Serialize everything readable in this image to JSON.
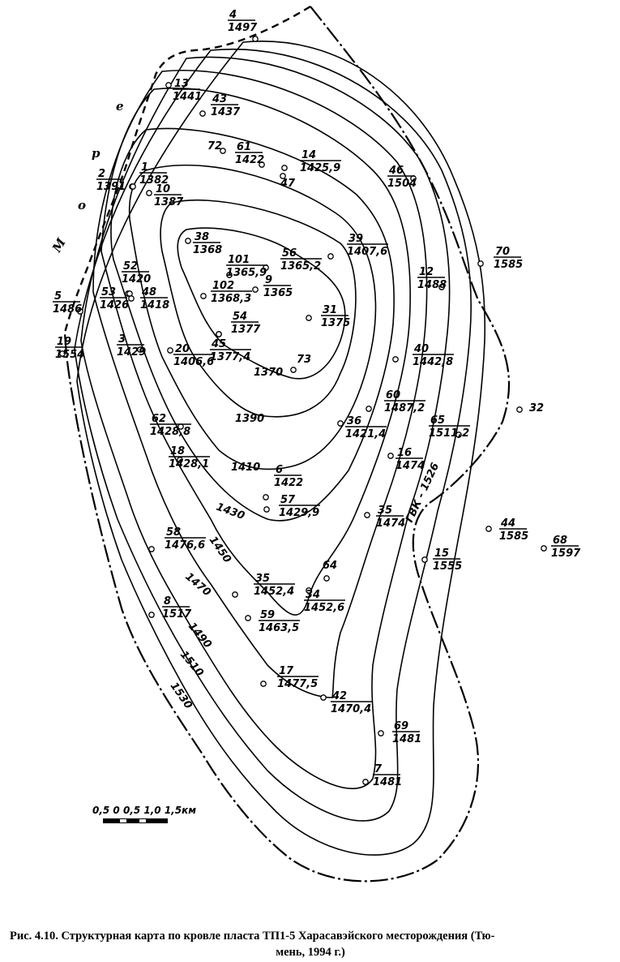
{
  "sea_label": [
    "М",
    "о",
    "р",
    "е"
  ],
  "gwc_label": "ГВК - 1526",
  "scale_label": "0,5  0  0,5 1,0 1,5км",
  "caption": {
    "line1": "Рис. 4.10. Структурная карта по кровле пласта ТП1-5 Харасавэйского месторождения (Тю-",
    "line2": "мень, 1994 г.)"
  },
  "contour_labels": [
    "1370",
    "1390",
    "1410",
    "1430",
    "1450",
    "1470",
    "1490",
    "1510",
    "1530"
  ],
  "wells": [
    {
      "num": "4",
      "depth": "1497"
    },
    {
      "num": "13",
      "depth": "1441"
    },
    {
      "num": "43",
      "depth": "1437"
    },
    {
      "num": "72",
      "depth": ""
    },
    {
      "num": "61",
      "depth": "1422"
    },
    {
      "num": "14",
      "depth": "1425,9"
    },
    {
      "num": "47",
      "depth": ""
    },
    {
      "num": "46",
      "depth": "1504"
    },
    {
      "num": "1",
      "depth": "1382"
    },
    {
      "num": "2",
      "depth": "1391"
    },
    {
      "num": "10",
      "depth": "1387"
    },
    {
      "num": "38",
      "depth": "1368"
    },
    {
      "num": "56",
      "depth": "1365,2"
    },
    {
      "num": "39",
      "depth": "1407,6"
    },
    {
      "num": "70",
      "depth": "1585"
    },
    {
      "num": "101",
      "depth": "1365,9"
    },
    {
      "num": "9",
      "depth": "1365"
    },
    {
      "num": "102",
      "depth": "1368,3"
    },
    {
      "num": "52",
      "depth": "1420"
    },
    {
      "num": "12",
      "depth": "1488"
    },
    {
      "num": "53",
      "depth": "1426"
    },
    {
      "num": "48",
      "depth": "1418"
    },
    {
      "num": "5",
      "depth": "1486"
    },
    {
      "num": "31",
      "depth": "1375"
    },
    {
      "num": "54",
      "depth": "1377"
    },
    {
      "num": "45",
      "depth": "1377,4"
    },
    {
      "num": "3",
      "depth": "1429"
    },
    {
      "num": "20",
      "depth": "1406,6"
    },
    {
      "num": "19",
      "depth": "1554"
    },
    {
      "num": "73",
      "depth": ""
    },
    {
      "num": "40",
      "depth": "1442,8"
    },
    {
      "num": "60",
      "depth": "1487,2"
    },
    {
      "num": "32",
      "depth": ""
    },
    {
      "num": "62",
      "depth": "1428,8"
    },
    {
      "num": "36",
      "depth": "1421,4"
    },
    {
      "num": "65",
      "depth": "1511,2"
    },
    {
      "num": "18",
      "depth": "1428,1"
    },
    {
      "num": "16",
      "depth": "1474"
    },
    {
      "num": "6",
      "depth": "1422"
    },
    {
      "num": "57",
      "depth": "1429,9"
    },
    {
      "num": "35",
      "depth": "1474"
    },
    {
      "num": "44",
      "depth": "1585"
    },
    {
      "num": "58",
      "depth": "1476,6"
    },
    {
      "num": "15",
      "depth": "1555"
    },
    {
      "num": "68",
      "depth": "1597"
    },
    {
      "num": "64",
      "depth": ""
    },
    {
      "num": "35",
      "depth": "1452,4"
    },
    {
      "num": "34",
      "depth": "1452,6"
    },
    {
      "num": "8",
      "depth": "1517"
    },
    {
      "num": "59",
      "depth": "1463,5"
    },
    {
      "num": "17",
      "depth": "1477,5"
    },
    {
      "num": "42",
      "depth": "1470,4"
    },
    {
      "num": "69",
      "depth": "1481"
    },
    {
      "num": "7",
      "depth": "1481"
    }
  ]
}
